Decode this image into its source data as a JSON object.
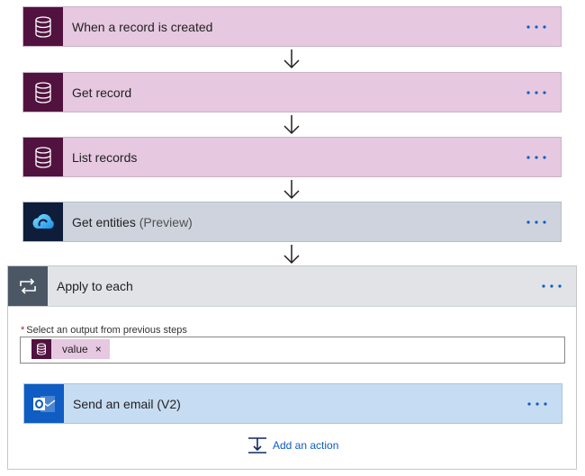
{
  "steps": [
    {
      "title": "When a record is created",
      "icon": "dataverse-icon"
    },
    {
      "title": "Get record",
      "icon": "dataverse-icon"
    },
    {
      "title": "List records",
      "icon": "dataverse-icon"
    },
    {
      "title": "Get entities",
      "suffix": "(Preview)",
      "icon": "entities-icon"
    }
  ],
  "apply_to_each": {
    "title": "Apply to each",
    "icon": "loop-icon",
    "field_required_mark": "*",
    "field_label": "Select an output from previous steps",
    "token": {
      "label": "value",
      "remove": "×"
    },
    "inner_step": {
      "title": "Send an email (V2)",
      "icon": "outlook-icon"
    },
    "add_action_label": "Add an action"
  },
  "colors": {
    "dataverse_card": "#e6c8e0",
    "dataverse_tile": "#52123f",
    "entities_card": "#ced3de",
    "outlook_card": "#c6dcf2",
    "link": "#0f5cc2"
  }
}
